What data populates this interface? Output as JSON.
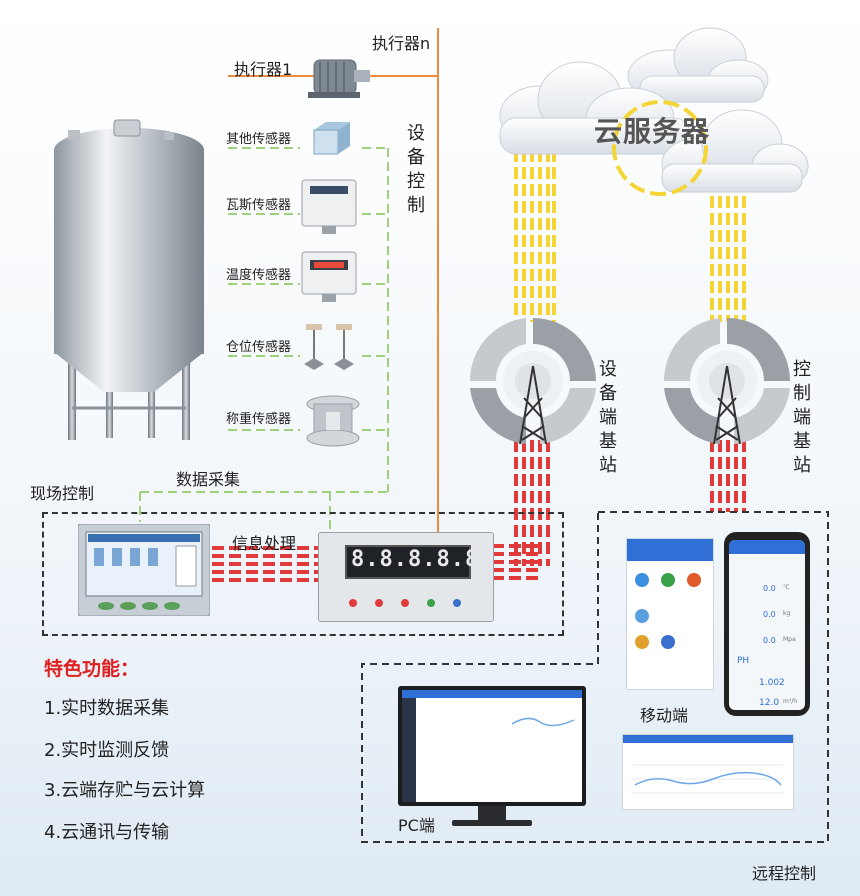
{
  "cloud": {
    "title": "云服务器"
  },
  "actuators": {
    "first": "执行器1",
    "nth": "执行器n"
  },
  "sensors": [
    "其他传感器",
    "瓦斯传感器",
    "温度传感器",
    "仓位传感器",
    "称重传感器"
  ],
  "device_control": "设备控制",
  "stations": {
    "device": "设备端基站",
    "control": "控制端基站"
  },
  "labels": {
    "field_control": "现场控制",
    "data_collection": "数据采集",
    "info_processing": "信息处理",
    "mobile": "移动端",
    "pc": "PC端",
    "remote_control": "远程控制"
  },
  "features": {
    "title": "特色功能：",
    "items": [
      "1.实时数据采集",
      "2.实时监测反馈",
      "3.云端存贮与云计算",
      "4.云通讯与传输"
    ]
  },
  "display_value": "8.8.8.8.8",
  "phone": {
    "units": [
      "0.0",
      "0.0",
      "0.0",
      "1.002",
      "12.0"
    ],
    "labels": [
      "℃",
      "kg",
      "Mpa",
      "PH",
      "m³/h"
    ]
  }
}
